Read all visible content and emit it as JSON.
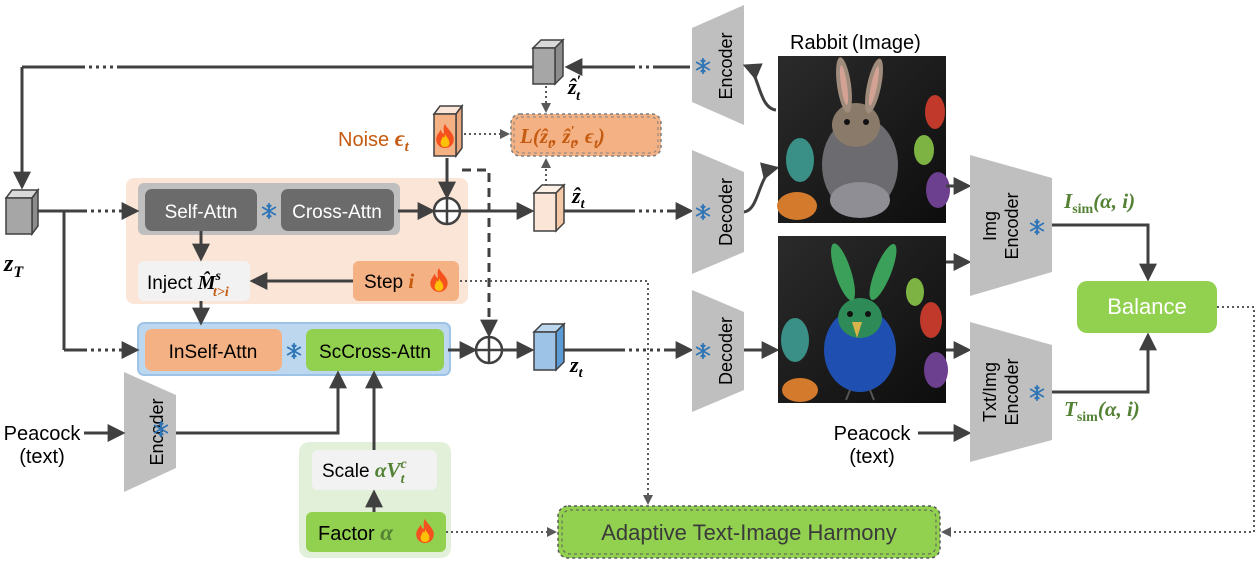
{
  "latents": {
    "z_T": "z",
    "z_T_sub": "T",
    "z_hat_t_prime": "ẑ",
    "z_hat_t_prime_sup": "′",
    "z_hat_t_prime_sub": "t",
    "z_hat_t": "ẑ",
    "z_hat_t_sub": "t",
    "z_t": "z",
    "z_t_sub": "t"
  },
  "noise": {
    "label": "Noise ",
    "symbol": "ϵ",
    "sub": "t"
  },
  "loss": {
    "text": "L(ẑ",
    "rest": ", ẑ",
    "rest2": "′",
    "rest3": ", ϵ",
    "close": ")",
    "sub": "t"
  },
  "attention": {
    "self_attn": "Self-Attn",
    "cross_attn": "Cross-Attn",
    "inject_label": "Inject ",
    "inject_symbol": "M̂",
    "inject_sup": "s",
    "inject_sub": "t>i",
    "step_label": "Step ",
    "step_symbol": "i",
    "inself_attn": "InSelf-Attn",
    "sccross_attn": "ScCross-Attn"
  },
  "scale": {
    "label": "Scale ",
    "symbol": "αV",
    "sup": "c",
    "sub": "t",
    "factor_label": "Factor ",
    "factor_symbol": "α"
  },
  "modules": {
    "encoder_top": "Encoder",
    "decoder_1": "Decoder",
    "decoder_2": "Decoder",
    "encoder_text": "Encoder",
    "img_encoder_line1": "Img",
    "img_encoder_line2": "Encoder",
    "txtimg_encoder_line1": "Txt/Img",
    "txtimg_encoder_line2": "Encoder"
  },
  "inputs": {
    "rabbit_label": "Rabbit (Image)",
    "peacock_left_line1": "Peacock",
    "peacock_left_line2": "(text)",
    "peacock_right_line1": "Peacock",
    "peacock_right_line2": "(text)"
  },
  "similarity": {
    "i_sim": "I",
    "i_sim_sub": "sim",
    "i_sim_args": "(α, i)",
    "t_sim": "T",
    "t_sim_sub": "sim",
    "t_sim_args": "(α, i)"
  },
  "balance": "Balance",
  "harmony": "Adaptive Text-Image Harmony",
  "colors": {
    "gray_block": "#6b6b6b",
    "gray_light": "#bfbfbf",
    "peach": "#f4b183",
    "peach_bg": "#fbe5d6",
    "orange_text": "#c55a11",
    "green": "#92d050",
    "green_bg": "#e2f0d9",
    "green_text": "#548235",
    "blue_bg": "#bdd7ee",
    "blue_border": "#9dc3e6",
    "snow": "#2e75b6",
    "arrow": "#404040"
  },
  "icons": [
    "snowflake-icon",
    "flame-icon"
  ]
}
